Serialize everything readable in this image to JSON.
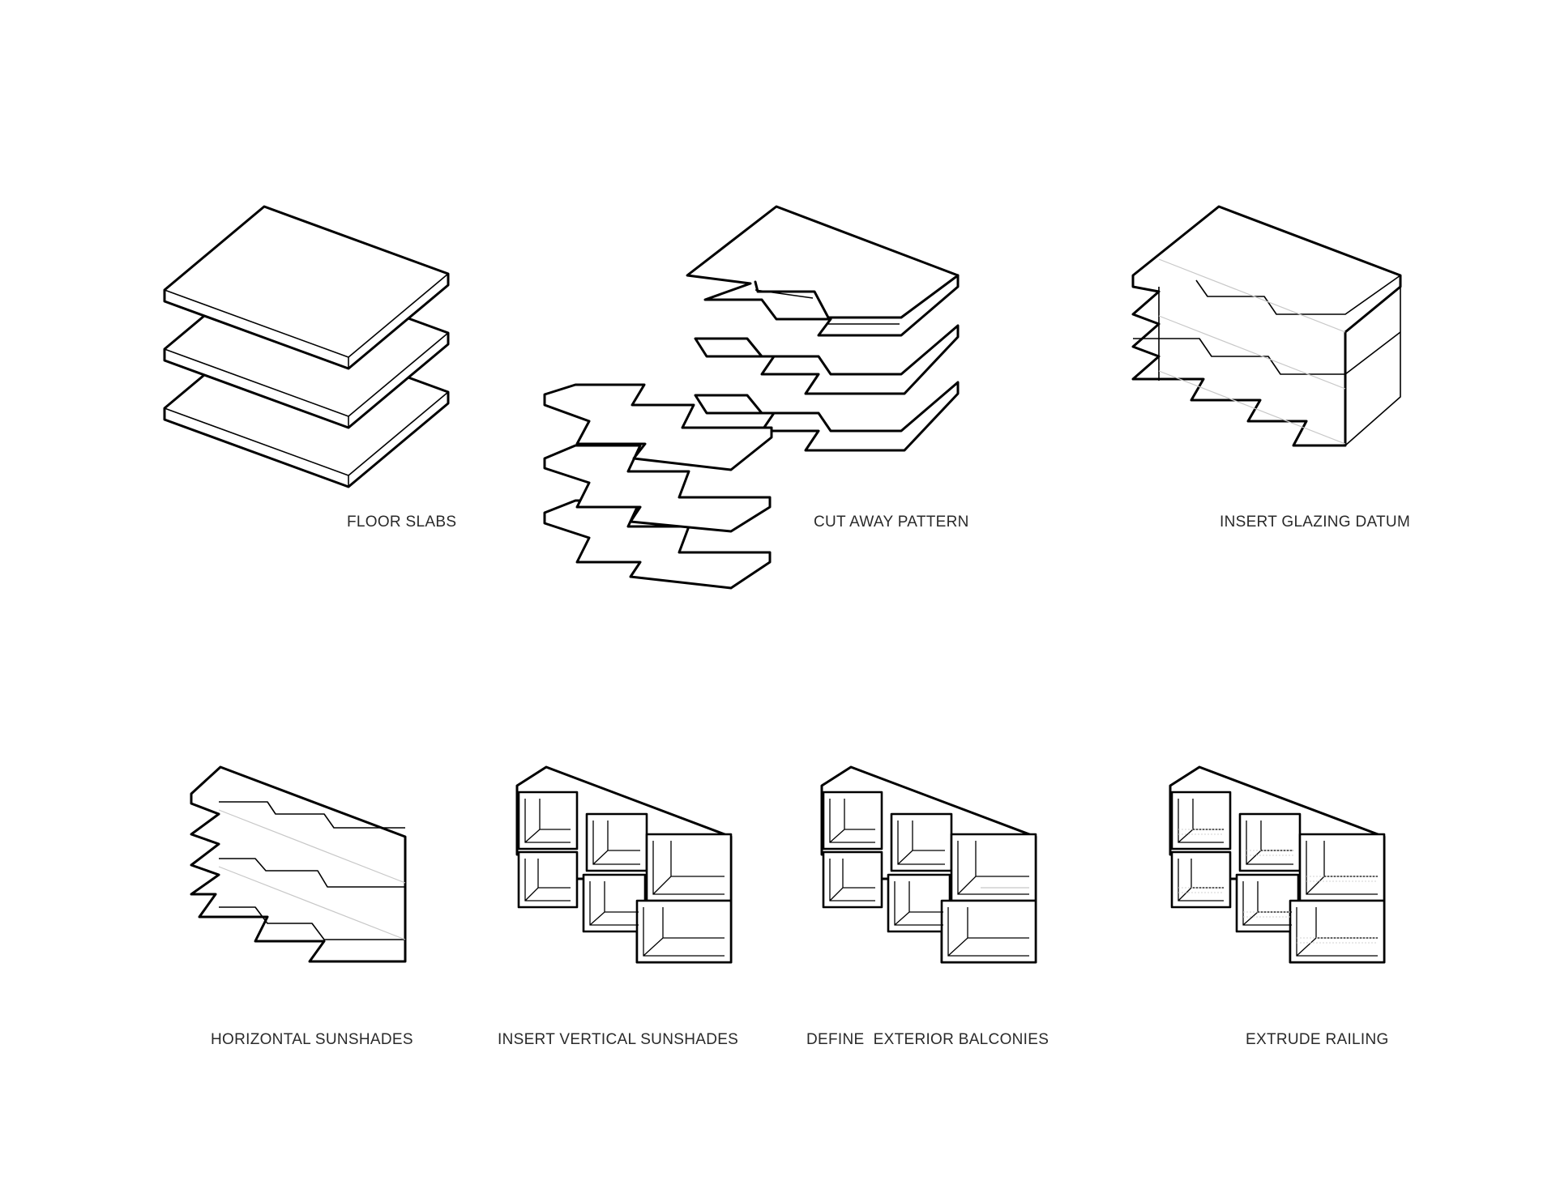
{
  "diagram": {
    "steps": [
      {
        "id": "floor-slabs",
        "label": "FLOOR SLABS"
      },
      {
        "id": "cut-away-pattern",
        "label": "CUT AWAY PATTERN"
      },
      {
        "id": "insert-glazing-datum",
        "label": "INSERT GLAZING DATUM"
      },
      {
        "id": "horizontal-sunshades",
        "label": "HORIZONTAL SUNSHADES"
      },
      {
        "id": "insert-vertical-sunshades",
        "label": "INSERT VERTICAL SUNSHADES"
      },
      {
        "id": "define-exterior-balconies",
        "label": "DEFINE  EXTERIOR BALCONIES"
      },
      {
        "id": "extrude-railing",
        "label": "EXTRUDE RAILING"
      }
    ]
  }
}
